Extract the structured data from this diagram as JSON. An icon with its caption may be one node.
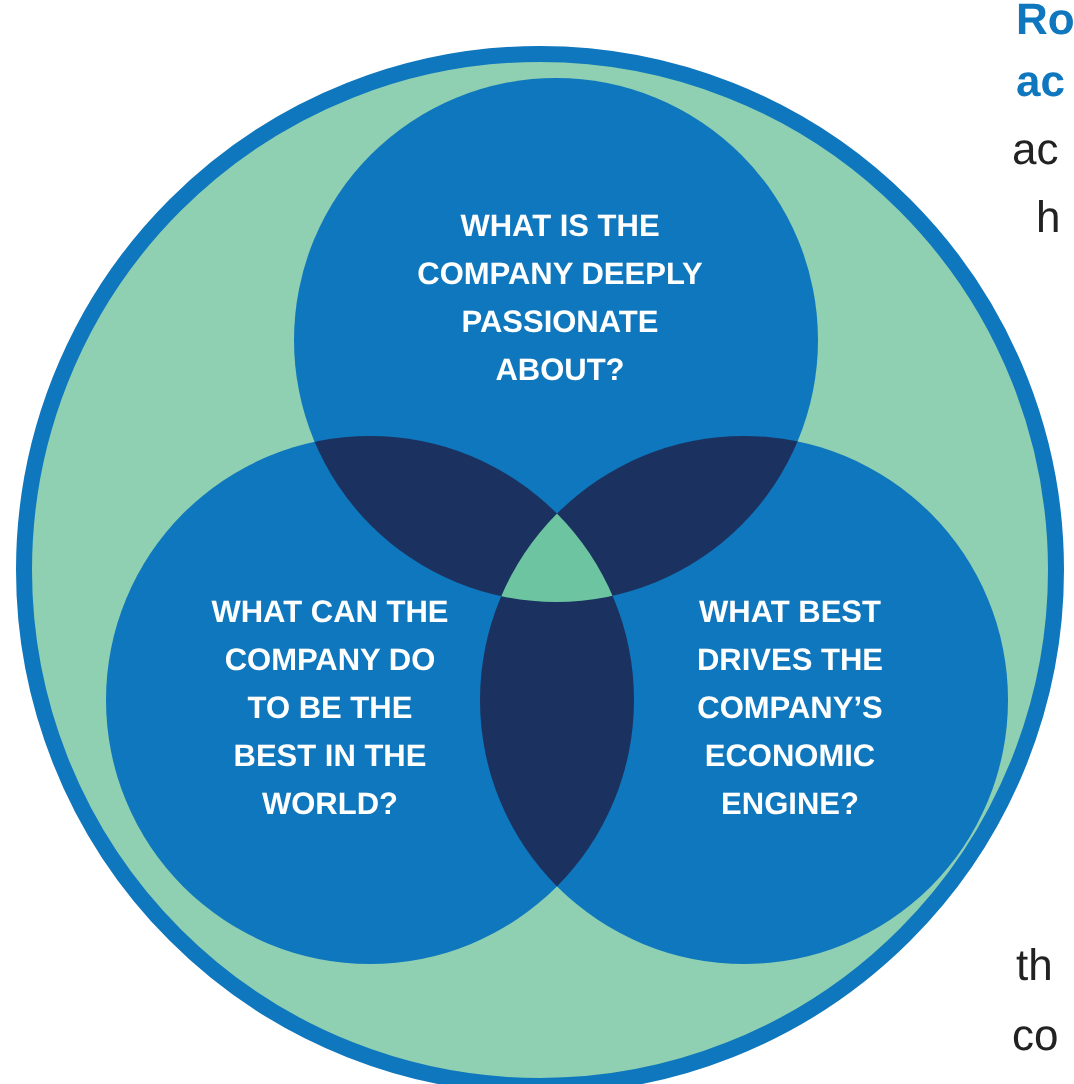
{
  "diagram": {
    "nodes": [
      {
        "text": [],
        "shape": "circle"
      },
      {
        "text": [
          "WHAT IS THE COMPANY DEEPLY PASSIONATE ABOUT?"
        ],
        "in": 0
      },
      {
        "text": [
          "WHAT CAN THE COMPANY DO TO BE THE BEST IN THE WORLD?"
        ],
        "in": 0
      },
      {
        "text": [
          "WHAT BEST DRIVES THE COMPANY’S ECONOMIC ENGINE?"
        ],
        "in": 0
      }
    ],
    "edges": [],
    "labels": [
      "Ro",
      "ac",
      "ac",
      "h",
      "th",
      "co"
    ]
  }
}
